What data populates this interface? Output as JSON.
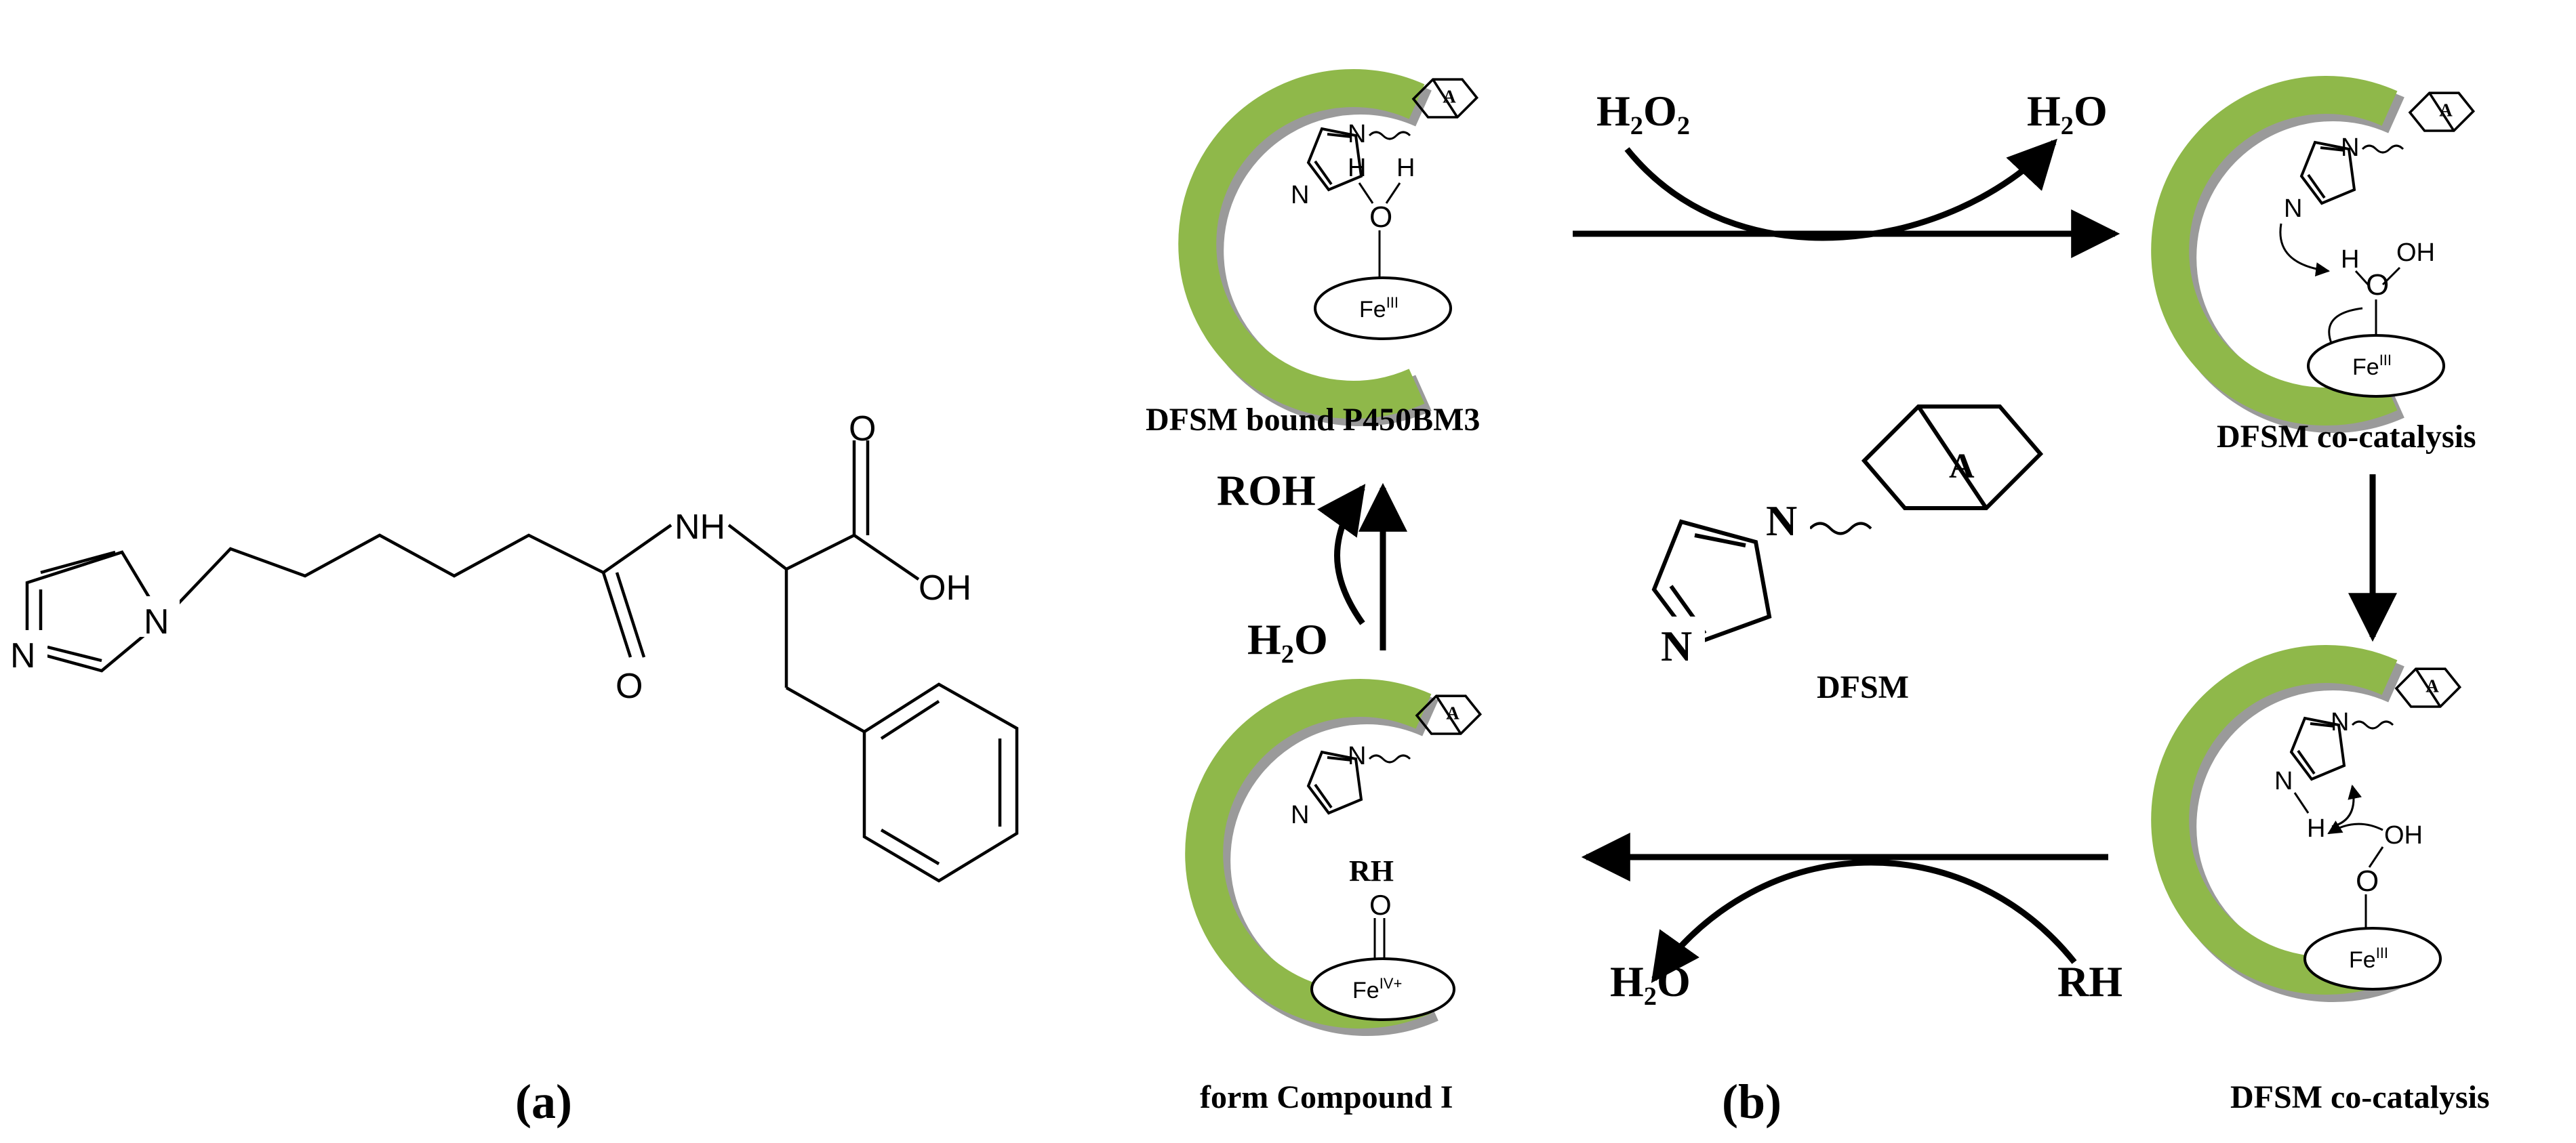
{
  "panel_a": {
    "caption": "(a)",
    "caption_letter": "a",
    "atoms": {
      "n_ring": "N",
      "n_bottom": "N",
      "nh": "NH",
      "o_carbonyl": "O",
      "o_acid": "O",
      "oh": "OH"
    }
  },
  "panel_b": {
    "caption": "(b)",
    "caption_letter": "b",
    "labels": {
      "state1": "DFSM bound P450BM3",
      "state2": "DFSM co-catalysis",
      "state3": "DFSM co-catalysis",
      "state4": "form Compound I",
      "center": "DFSM"
    },
    "reagents": {
      "h2o2": "H₂O₂",
      "h2o_top": "H₂O",
      "rh": "RH",
      "h2o_bottom": "H₂O",
      "roh": "ROH",
      "h2o_left": "H₂O"
    },
    "iron": {
      "fe": "Fe",
      "fe3": "III",
      "fe4": "IV+"
    },
    "atoms": {
      "N": "N",
      "O": "O",
      "H": "H",
      "OH": "OH",
      "A": "A",
      "RH_small": "RH"
    }
  },
  "colors": {
    "enzyme_green": "#8fb84a",
    "enzyme_shadow": "#9a9a9a",
    "ink": "#000000"
  }
}
